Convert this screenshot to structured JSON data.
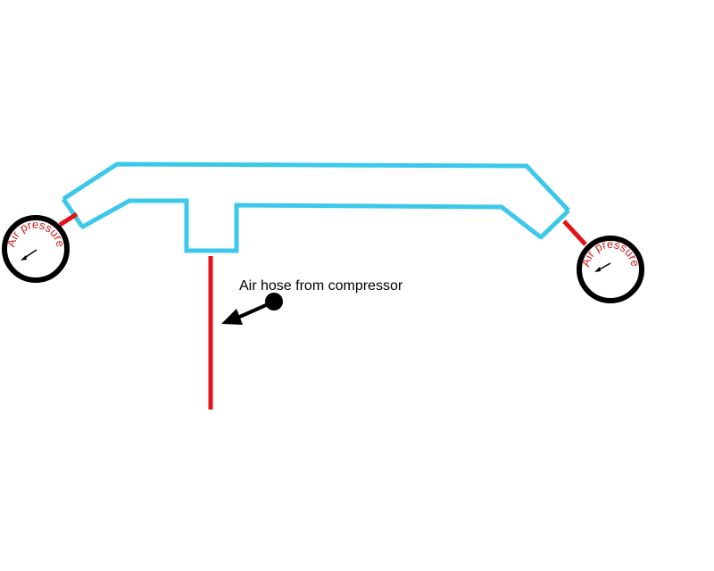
{
  "colors": {
    "duct": "#3cc8ea",
    "hose": "#e0131b",
    "gauge": "#000000",
    "gauge_text": "#d11f1f",
    "background": "#ffffff"
  },
  "gauges": [
    {
      "label": "Air pressure",
      "icon": "pressure-gauge-icon"
    },
    {
      "label": "Air pressure",
      "icon": "pressure-gauge-icon"
    }
  ],
  "callout": {
    "text": "Air hose from compressor",
    "icon": "arrow-pointer-icon"
  }
}
